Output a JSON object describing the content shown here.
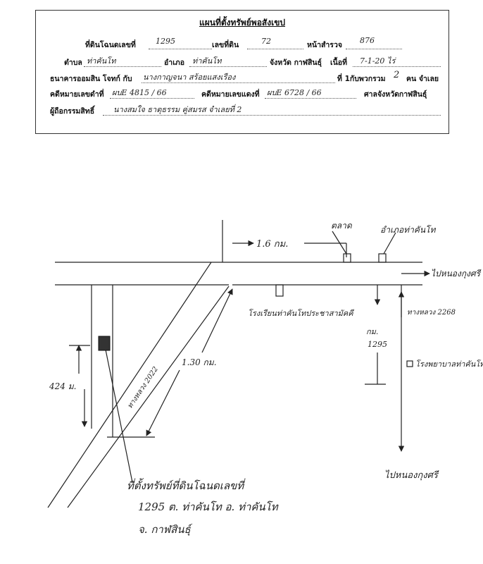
{
  "form": {
    "title": "แผนที่ตั้งทรัพย์พอสังเขป",
    "fields": {
      "deed_label": "ที่ดินโฉนดเลขที่",
      "deed_no": "1295",
      "land_no_label": "เลขที่ดิน",
      "land_no": "72",
      "survey_label": "หน้าสำรวจ",
      "survey_no": "876",
      "tambon_label": "ตำบล",
      "tambon": "ท่าคันโท",
      "amphoe_label": "อำเภอ",
      "amphoe": "ท่าคันโท",
      "province_label": "จังหวัด  กาฬสินธุ์",
      "area_label": "เนื้อที่",
      "area": "7-1-20 ไร่",
      "plaintiff_label": "ธนาคารออมสิน  โจทก์  กับ",
      "defendant": "นางกาญจนา สร้อยแสงเรือง",
      "defendant_suffix": "ที่ 1กับพวกรวม",
      "count": "2",
      "count_suffix": "คน จำเลย",
      "case_black_label": "คดีหมายเลขดำที่",
      "case_black": "ผบE 4815 / 66",
      "case_red_label": "คดีหมายเลขแดงที่",
      "case_red": "ผบE 6728 / 66",
      "court": "ศาลจังหวัดกาฬสินธุ์",
      "owner_label": "ผู้ถือกรรมสิทธิ์",
      "owner": "นางสมใจ ธาตุธรรม คู่สมรส จำเลยที่ 2"
    }
  },
  "map": {
    "distance_top": "1.6 กม.",
    "distance_diagonal": "1.30 กม.",
    "distance_left": "424 ม.",
    "road_diagonal": "ทางหลวง 2022",
    "road_right": "ทางหลวง 2268",
    "label_market": "ตลาด",
    "label_district_office": "อำเภอท่าคันโท",
    "label_school": "โรงเรียนท่าคันโทประชาสามัคคี",
    "label_km": "กม.",
    "km_marker": "1295",
    "label_hospital": "โรงพยาบาลท่าคันโท",
    "to_right": "ไปหนองกุงศรี",
    "to_bottom": "ไปหนองกุงศรี",
    "caption_line1": "ที่ตั้งทรัพย์ที่ดินโฉนดเลขที่",
    "caption_line2": "1295 ต. ท่าคันโท อ. ท่าคันโท",
    "caption_line3": "จ. กาฬสินธุ์"
  }
}
